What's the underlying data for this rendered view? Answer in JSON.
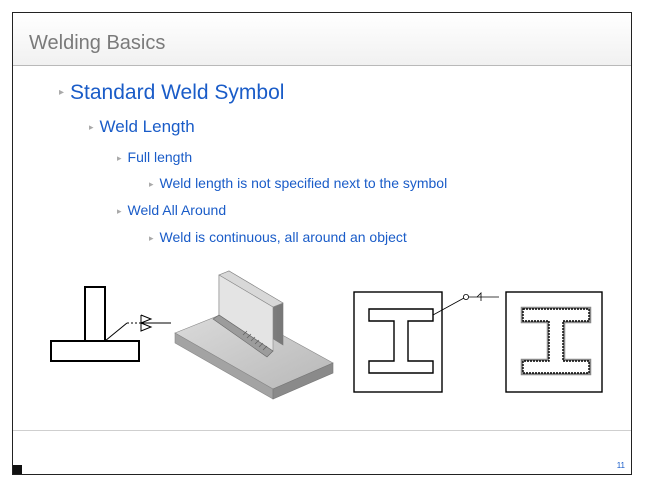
{
  "slide": {
    "title": "Welding Basics",
    "bullets": [
      {
        "level": 1,
        "text": "Standard Weld Symbol"
      },
      {
        "level": 2,
        "text": "Weld Length"
      },
      {
        "level": 3,
        "text": "Full length"
      },
      {
        "level": 4,
        "text": "Weld length is not specified next to the symbol"
      },
      {
        "level": 3,
        "text": "Weld All Around"
      },
      {
        "level": 4,
        "text": "Weld is continuous, all around an object"
      }
    ],
    "bullet_marker": "▸",
    "page_number": "11",
    "colors": {
      "title": "#7a7a7a",
      "bullet_text": "#1a5cc8",
      "marker": "#a9a9a9"
    }
  }
}
